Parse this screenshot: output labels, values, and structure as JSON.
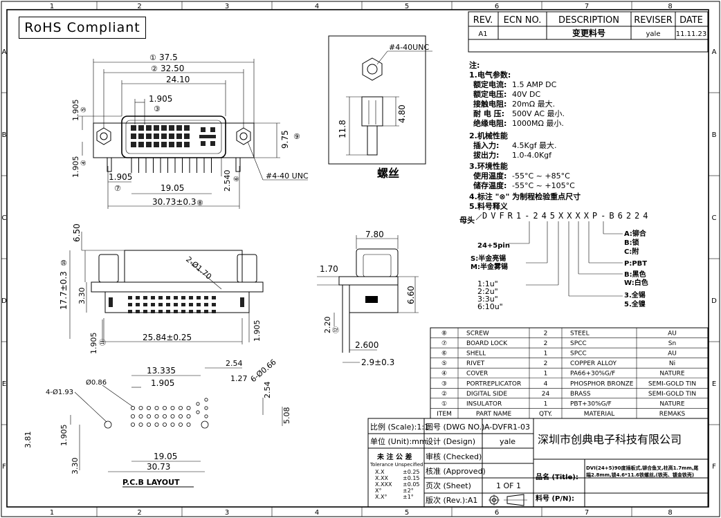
{
  "border": {
    "cols": [
      "1",
      "2",
      "3",
      "4",
      "5",
      "6",
      "7",
      "8"
    ],
    "rows": [
      "A",
      "B",
      "C",
      "D",
      "E",
      "F"
    ]
  },
  "rohs": "RoHS Compliant",
  "revision": {
    "headers": [
      "REV.",
      "ECN NO.",
      "DESCRIPTION",
      "REVISER",
      "DATE"
    ],
    "row": [
      "A1",
      "",
      "变更料号",
      "yale",
      "11.11.23"
    ]
  },
  "front_view": {
    "d1": "37.5",
    "d1_no": "①",
    "d2": "32.50",
    "d2_no": "②",
    "d3": "24.10",
    "d4": "1.905",
    "d4_no": "③",
    "left_top": "1.905",
    "left_top_no": "⑤",
    "left_bot": "1.905",
    "left_bot_no": "④",
    "right_h": "9.75",
    "right_h_no": "⑨",
    "bot_small": "1.905",
    "bot_small_no": "⑦",
    "bot_mid": "19.05",
    "bot_total": "30.73±0.3",
    "bot_total_no": "⑧",
    "pin_len": "2.540",
    "pin_len_no": "⑥",
    "thread": "#4-40 UNC"
  },
  "screw_view": {
    "thread": "#4-40UNC",
    "h_total": "11.8",
    "h_top": "4.80",
    "caption": "螺丝"
  },
  "notes": {
    "title": "注:",
    "s1": "1.电气参数:",
    "s1_items": [
      [
        "额定电流:",
        "1.5 AMP DC"
      ],
      [
        "额定电压:",
        "40V DC"
      ],
      [
        "接触电阻:",
        "20mΩ 最大."
      ],
      [
        "耐 电 压:",
        "500V AC 最小."
      ],
      [
        "绝缘电阻:",
        "1000MΩ 最小."
      ]
    ],
    "s2": "2.机械性能",
    "s2_items": [
      [
        "插入力:",
        "4.5Kgf 最大."
      ],
      [
        "拔出力:",
        "1.0-4.0Kgf"
      ]
    ],
    "s3": "3.环境性能",
    "s3_items": [
      [
        "使用温度:",
        "-55°C ~ +85°C"
      ],
      [
        "储存温度:",
        "-55°C ~ +105°C"
      ]
    ],
    "s4": "4.标注 \"⊗\" 为制程检验重点尺寸",
    "s5": "5.料号释义"
  },
  "partcode": {
    "prefix": "母头",
    "code": "DVFR1-245XXXXP-B6224",
    "pins": "24+5pin",
    "ground_a": "S:半金亮锡",
    "ground_b": "M:半金雾锡",
    "plating": [
      "1:1u\"",
      "2:2u\"",
      "3:3u\"",
      "6:10u\""
    ],
    "opt_a": [
      "A:铆合",
      "B:锁",
      "C:附"
    ],
    "opt_p": "P:PBT",
    "opt_color": [
      "B:黑色",
      "W:白色"
    ],
    "opt_tin": [
      "3.全锡",
      "5.全镍"
    ]
  },
  "side_view": {
    "d1": "6.50",
    "d2": "17.7±0.3",
    "d2_no": "⑩",
    "d3": "3.30",
    "d4": "1.905",
    "d4_no": "⑪",
    "d5": "25.84±0.25",
    "d6": "1.905",
    "tip": "2-Ø1.70"
  },
  "profile_view": {
    "top": "7.80",
    "left": "1.70",
    "right": "6.60",
    "low": "2.20",
    "low_no": "⑫",
    "b1": "2.600",
    "b2": "2.9±0.3"
  },
  "pcb": {
    "d1": "13.335",
    "d2": "1.905",
    "d3": "Ø0.86",
    "d4": "4-Ø1.93",
    "d5": "2.54",
    "d6": "1.27",
    "d7": "6-Ø0.66",
    "d8": "2.54",
    "d9": "5.08",
    "d10": "3.81",
    "d11": "1.905",
    "d12": "3.30",
    "d13": "19.05",
    "d14": "30.73",
    "caption": "P.C.B  LAYOUT"
  },
  "bom": {
    "headers": [
      "ITEM",
      "PART  NAME",
      "QTY.",
      "MATERIAL",
      "REMAKS"
    ],
    "rows": [
      [
        "⑧",
        "SCREW",
        "2",
        "STEEL",
        "AU"
      ],
      [
        "⑦",
        "BOARD LOCK",
        "2",
        "SPCC",
        "Sn"
      ],
      [
        "⑥",
        "SHELL",
        "1",
        "SPCC",
        "AU"
      ],
      [
        "⑤",
        "RIVET",
        "2",
        "COPPER ALLOY",
        "Ni"
      ],
      [
        "④",
        "COVER",
        "1",
        "PA66+30%G/F",
        "NATURE"
      ],
      [
        "③",
        "PORTREPLICATOR",
        "4",
        "PHOSPHOR BRONZE",
        "SEMI-GOLD TIN"
      ],
      [
        "②",
        "DIGITAL SIDE",
        "24",
        "BRASS",
        "SEMI-GOLD TIN"
      ],
      [
        "①",
        "INSULATOR",
        "1",
        "PBT+30%G/F",
        "NATURE"
      ]
    ]
  },
  "title_block": {
    "scale_l": "比例 (Scale):1:1",
    "dwg_l": "图号 (DWG NO.)",
    "dwg_v": "A-DVFR1-03",
    "unit_l": "单位 (Unit):mm",
    "design_l": "设计 (Design)",
    "design_v": "yale",
    "company": "深圳市创典电子科技有限公司",
    "tol_title": "未 注 公 差",
    "tol_sub": "Tolerance Unspecified",
    "tol": [
      [
        "X.X",
        "±0.25"
      ],
      [
        "X.XX",
        "±0.15"
      ],
      [
        "X.XXX",
        "±0.05"
      ],
      [
        "X°",
        "±2°"
      ],
      [
        "X.X°",
        "±1°"
      ]
    ],
    "checked_l": "审核 (Checked)",
    "approved_l": "核准 (Approved)",
    "sheet_l": "页次 (Sheet)",
    "sheet_v": "1 OF 1",
    "rev_l": "版次 (Rev.):A1",
    "title_l": "品名 (Title):",
    "title_v1": "DVI(24+5)90度插板式,铆合鱼叉,柱高1.7mm,尾",
    "title_v2": "端2.8mm,锁4.6*11.6铁螺丝,(铁壳、镀金铁壳)",
    "pn_l": "料号 (P/N):"
  },
  "bom_items_count_note": ""
}
